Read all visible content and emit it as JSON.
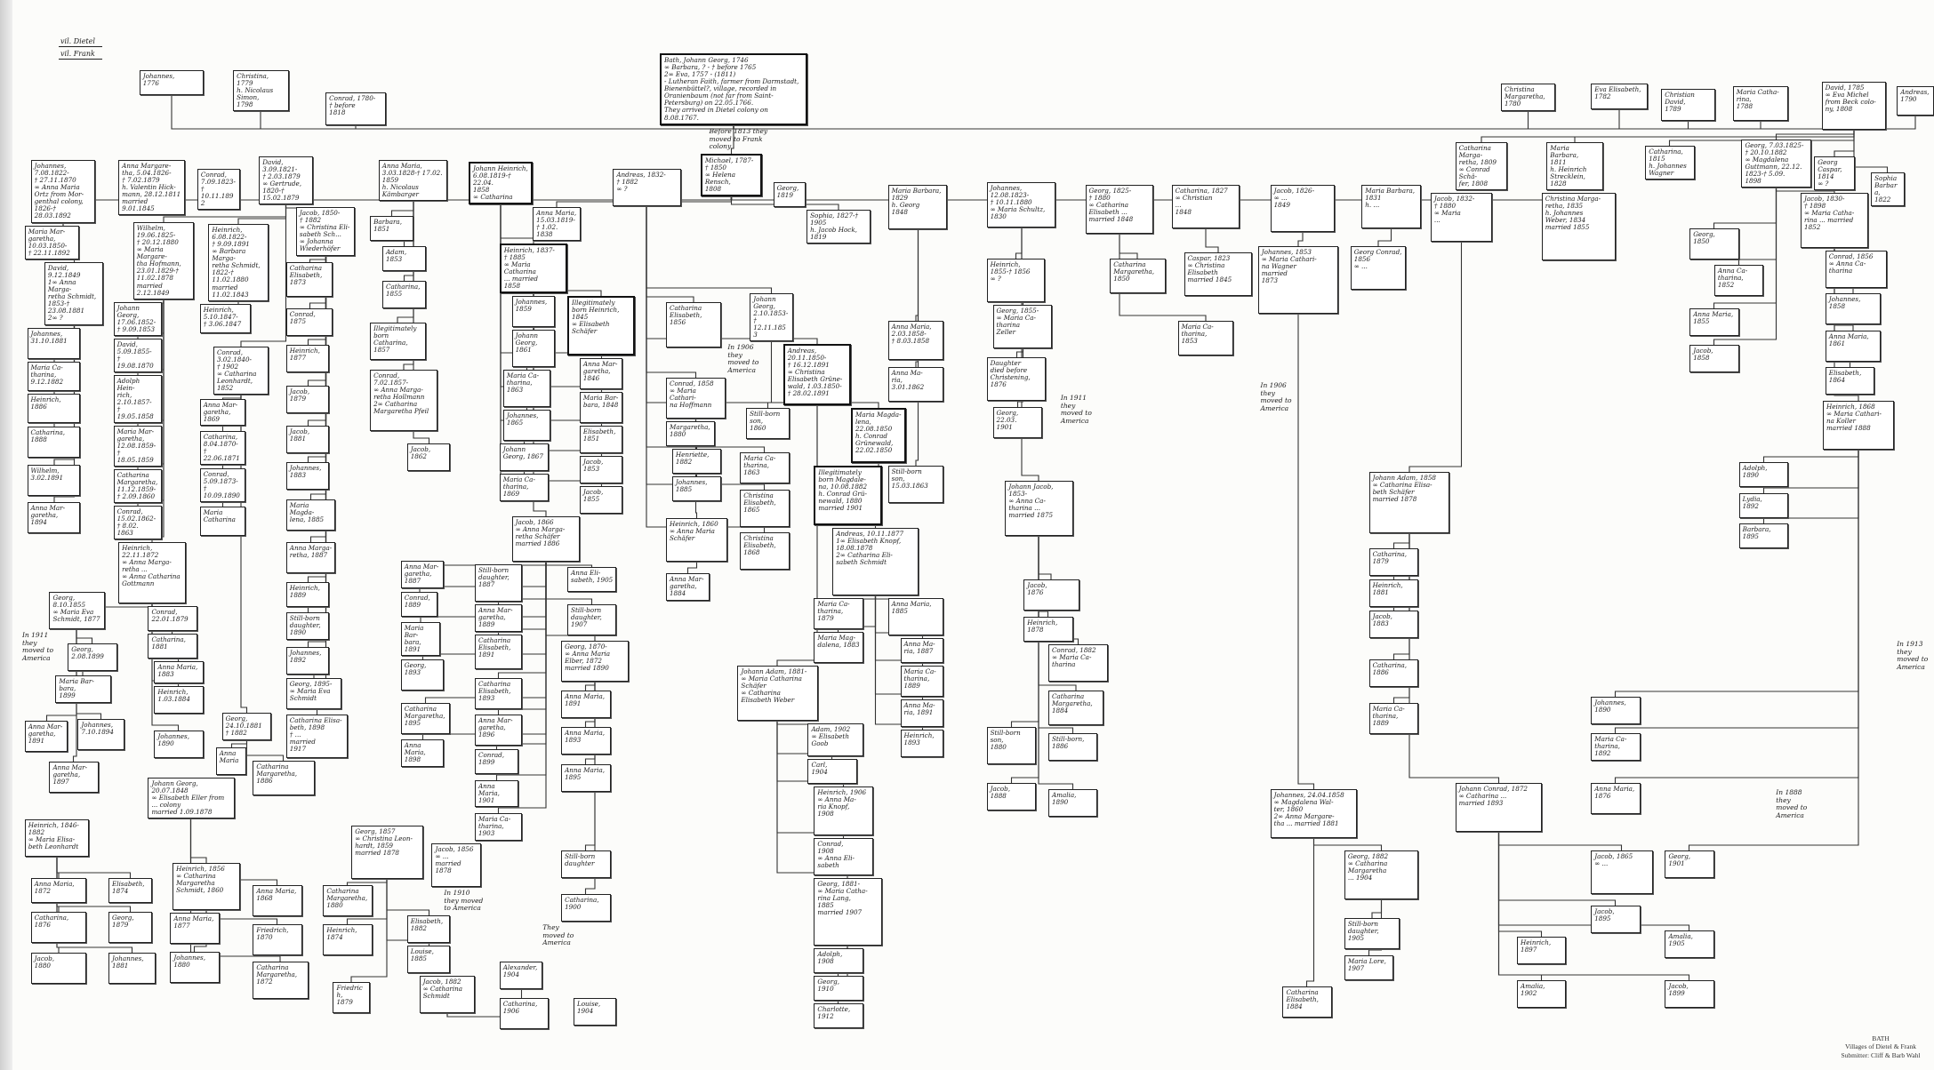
{
  "header": {
    "village_1": "vil. Dietel",
    "village_2": "vil. Frank"
  },
  "caption": {
    "surname": "BATH",
    "villages": "Villages of Dietel & Frank",
    "submitter": "Submitter: Cliff & Barb Wahl"
  },
  "notes": [
    "Before 1813 they\nmoved to Frank\ncolony",
    "In 1911\nthey\nmoved to\nAmerica",
    "In 1910\nthey moved\nto America",
    "They\nmoved to\nAmerica",
    "In 1906\nthey\nmoved to\nAmerica",
    "In 1911\nthey\nmoved to\nAmerica",
    "In 1906\nthey\nmoved to\nAmerica",
    "In 1913\nthey\nmoved to\nAmerica",
    "In 1888\nthey\nmoved to\nAmerica"
  ],
  "boxes": [
    {
      "text": "Bath, Johann Georg, 1746\n∞ Barbara, ? - † before 1765\n2∞ Eva, 1757 - (1811)\n- Lutheran Faith, farmer from Darmstadt, Bienenbüttel?, village, recorded in Oranienbaum (not far from Saint-Petersburg) on 22.05.1766.\nThey arrived in Dietel colony on 8.08.1767."
    },
    {
      "text": "Johannes,\n1776"
    },
    {
      "text": "Christina, 1779\nh. Nicolaus\nSimon,\n1798"
    },
    {
      "text": "Conrad, 1780-\n† before\n1818"
    },
    {
      "text": "Michael, 1787-\n† 1850\n∞ Helena\nRensch,\n1808"
    },
    {
      "text": "Christina\nMargaretha,\n1780"
    },
    {
      "text": "Eva Elisabeth,\n1782"
    },
    {
      "text": "Christian\nDavid,\n1789"
    },
    {
      "text": "Maria Catha-\nrina,\n1788"
    },
    {
      "text": "David, 1785\n∞ Eva Michel\nfrom Beck colo-\nny, 1808"
    },
    {
      "text": "Andreas,\n1790"
    },
    {
      "text": "Johannes, 7.08.1822-\n† 27.11.1870\n∞ Anna Maria\nOrtz from Mor-\ngenthal colony,\n1826-† 28.03.1892"
    },
    {
      "text": "Anna Margare-\ntha, 5.04.1826-\n† 7.02.1879\nh. Valentin Hick-\nmann, 28.12.1811\nmarried 9.01.1845"
    },
    {
      "text": "Conrad,\n7.09.1823-\n† 10.11.1892"
    },
    {
      "text": "David, 3.09.1821-\n† 2.03.1879\n∞ Gertrude,\n1820-† 15.02.1879"
    },
    {
      "text": "Anna Maria,\n3.03.1828-† 17.02.\n1859\nh. Nicolaus\nKämbarger"
    },
    {
      "text": "Johann Heinrich,\n6.08.1819-† 22.04.\n1858\n∞ Catharina"
    },
    {
      "text": "Anna Maria,\n15.03.1819-† 1.02.\n1838"
    },
    {
      "text": "Andreas, 1832-\n† 1882\n∞ ?"
    },
    {
      "text": "Georg,\n1819"
    },
    {
      "text": "Sophia, 1827-† 1905\nh. Jacob Hock,\n1819"
    },
    {
      "text": "Maria Barbara,\n1829\nh. Georg\n1848"
    },
    {
      "text": "Johannes, 12.08.1823-\n† 10.11.1880\n∞ Maria Schultz,\n1830"
    },
    {
      "text": "Catharina Marga-\nretha, 1809\n∞ Conrad Schä-\nfer, 1808"
    },
    {
      "text": "Maria Barbara,\n1811\nh. Heinrich\nStrecklein,\n1828"
    },
    {
      "text": "Catharina, 1815\nh. Johannes\nWagner"
    },
    {
      "text": "Georg, 7.03.1825-\n† 20.10.1882\n∞ Magdalena\nGuttmann, 22.12.\n1823-† 5.09.\n1898"
    },
    {
      "text": "Georg Caspar,\n1814\n∞ ?"
    },
    {
      "text": "Sophia\nBarbara,\n1822"
    },
    {
      "text": "Maria Mar-\ngaretha,\n10.03.1850-\n† 22.11.1892"
    },
    {
      "text": "David, 9.12.1849\n1∞ Anna Marga-\nretha Schmidt,\n1853-† 23.08.1881\n2∞ ?"
    },
    {
      "text": "Johannes,\n31.10.1881"
    },
    {
      "text": "Maria Ca-\ntharina,\n9.12.1882"
    },
    {
      "text": "Heinrich,\n1886"
    },
    {
      "text": "Catharina,\n1888"
    },
    {
      "text": "Wilhelm,\n3.02.1891"
    },
    {
      "text": "Anna Mar-\ngaretha,\n1894"
    },
    {
      "text": "Wilhelm, 19.06.1825-\n† 20.12.1880\n∞ Maria Margare-\ntha Hofmann,\n23.01.1829-† 11.02.1878\nmarried 2.12.1849"
    },
    {
      "text": "Johann\nGeorg,\n17.06.1852-\n† 9.09.1853"
    },
    {
      "text": "David,\n5.09.1855-\n† 19.08.1870"
    },
    {
      "text": "Adolph Hein-\nrich, 2.10.1857-\n† 19.05.1858"
    },
    {
      "text": "Maria Mar-\ngaretha,\n12.08.1859-\n† 18.05.1859"
    },
    {
      "text": "Catharina\nMargaretha,\n11.12.1859-\n† 2.09.1860"
    },
    {
      "text": "Conrad,\n15.02.1862-\n† 8.02.\n1863"
    },
    {
      "text": "Heinrich, 6.08.1822-\n† 9.09.1891\n∞ Barbara Marga-\nretha Schmidt,\n1822-† 11.02.1880\nmarried 11.02.1843"
    },
    {
      "text": "Heinrich,\n5.10.1847-\n† 3.06.1847"
    },
    {
      "text": "Conrad, 3.02.1840-\n† 1902\n∞ Catharina\nLeonhardt,\n1852"
    },
    {
      "text": "Anna Mar-\ngaretha,\n1869"
    },
    {
      "text": "Catharina,\n8.04.1870-\n† 22.06.1871"
    },
    {
      "text": "Conrad,\n5.09.1873-\n† 10.09.1890"
    },
    {
      "text": "Maria\nCatharina"
    },
    {
      "text": "Jacob, 1850-\n† 1882\n∞ Christina Eli-\nsabeth Sch...\n∞ Johanna\nWiederhöfer"
    },
    {
      "text": "Catharina\nElisabeth,\n1873"
    },
    {
      "text": "Conrad,\n1875"
    },
    {
      "text": "Heinrich,\n1877"
    },
    {
      "text": "Jacob,\n1879"
    },
    {
      "text": "Jacob,\n1881"
    },
    {
      "text": "Johannes,\n1883"
    },
    {
      "text": "Maria Magda-\nlena, 1885"
    },
    {
      "text": "Anna Marga-\nretha, 1887"
    },
    {
      "text": "Heinrich,\n1889"
    },
    {
      "text": "Still-born\ndaughter,\n1890"
    },
    {
      "text": "Johannes,\n1892"
    },
    {
      "text": "Georg, 1895-\n∞ Maria Eva\nSchmidt"
    },
    {
      "text": "Catharina Elisa-\nbeth, 1898\n† ...\nmarried\n1917"
    },
    {
      "text": "Heinrich, 22.11.1872\n∞ Anna Marga-\nretha ...\n∞ Anna Catharina\nGottmann"
    },
    {
      "text": "Georg, 8.10.1855\n∞ Maria Eva\nSchmidt, 1877"
    },
    {
      "text": "Georg,\n2.08.1899"
    },
    {
      "text": "Maria Bar-\nbara,\n1899"
    },
    {
      "text": "Anna Mar-\ngaretha,\n1891"
    },
    {
      "text": "Johannes,\n7.10.1894"
    },
    {
      "text": "Anna Mar-\ngaretha,\n1897"
    },
    {
      "text": "Conrad,\n22.01.1879"
    },
    {
      "text": "Catharina,\n1881"
    },
    {
      "text": "Anna Maria,\n1883"
    },
    {
      "text": "Heinrich,\n1.03.1884"
    },
    {
      "text": "Johannes,\n1890"
    },
    {
      "text": "Georg, 24.10.1881\n† 1882"
    },
    {
      "text": "Anna\nMaria"
    },
    {
      "text": "Catharina\nMargaretha,\n1886"
    },
    {
      "text": "Heinrich, 1846-1882\n∞ Maria Elisa-\nbeth Leonhardt"
    },
    {
      "text": "Anna Maria,\n1872"
    },
    {
      "text": "Elisabeth,\n1874"
    },
    {
      "text": "Catharina,\n1876"
    },
    {
      "text": "Georg,\n1879"
    },
    {
      "text": "Jacob,\n1880"
    },
    {
      "text": "Johannes,\n1881"
    },
    {
      "text": "Johann Georg, 20.07.1848\n∞ Elisabeth Eller from\n... colony\nmarried 1.09.1878"
    },
    {
      "text": "Heinrich, 1856\n∞ Catharina\nMargaretha\nSchmidt, 1860"
    },
    {
      "text": "Anna Maria,\n1877"
    },
    {
      "text": "Johannes,\n1880"
    },
    {
      "text": "Anna Maria,\n1868"
    },
    {
      "text": "Friedrich,\n1870"
    },
    {
      "text": "Catharina\nMargaretha,\n1872"
    },
    {
      "text": "Georg, 1857\n∞ Christina Leon-\nhardt, 1859\nmarried 1878"
    },
    {
      "text": "Catharina\nMargaretha,\n1880"
    },
    {
      "text": "Heinrich,\n1874"
    },
    {
      "text": "Friedrich,\n1879"
    },
    {
      "text": "Elisabeth,\n1882"
    },
    {
      "text": "Louise,\n1885"
    },
    {
      "text": "Jacob, 1856\n∞ ...\nmarried\n1878"
    },
    {
      "text": "Jacob, 1882\n∞ Catharina\nSchmidt"
    },
    {
      "text": "Alexander,\n1904"
    },
    {
      "text": "Catharina,\n1906"
    },
    {
      "text": "Louise,\n1904"
    },
    {
      "text": "Barbara,\n1851"
    },
    {
      "text": "Adam,\n1853"
    },
    {
      "text": "Catharina,\n1855"
    },
    {
      "text": "Illegitimately\nborn Catharina,\n1857"
    },
    {
      "text": "Conrad, 7.02.1857-\n∞ Anna Marga-\nretha Hollmann\n2∞ Catharina\nMargaretha Pfeil"
    },
    {
      "text": "Jacob,\n1862"
    },
    {
      "text": "Heinrich, 1837-\n† 1885\n∞ Maria Catharina\n... married\n1858"
    },
    {
      "text": "Johannes,\n1859"
    },
    {
      "text": "Johann\nGeorg,\n1861"
    },
    {
      "text": "Maria Ca-\ntharina,\n1863"
    },
    {
      "text": "Johannes,\n1865"
    },
    {
      "text": "Johann\nGeorg, 1867"
    },
    {
      "text": "Maria Ca-\ntharina, 1869"
    },
    {
      "text": "Jacob, 1866\n∞ Anna Marga-\nretha Schäfer\nmarried 1886"
    },
    {
      "text": "Anna Mar-\ngaretha,\n1887"
    },
    {
      "text": "Conrad,\n1889"
    },
    {
      "text": "Maria Bar-\nbara, 1891"
    },
    {
      "text": "Georg,\n1893"
    },
    {
      "text": "Catharina\nMargaretha,\n1895"
    },
    {
      "text": "Anna Maria,\n1898"
    },
    {
      "text": "Still-born\ndaughter,\n1887"
    },
    {
      "text": "Anna Mar-\ngaretha, 1889"
    },
    {
      "text": "Catharina\nElisabeth,\n1891"
    },
    {
      "text": "Catharina\nElisabeth,\n1893"
    },
    {
      "text": "Anna Mar-\ngaretha, 1896"
    },
    {
      "text": "Conrad,\n1899"
    },
    {
      "text": "Anna Maria,\n1901"
    },
    {
      "text": "Maria Ca-\ntharina, 1903"
    },
    {
      "text": "Illegitimately\nborn Heinrich,\n1845\n∞ Elisabeth\nSchäfer"
    },
    {
      "text": "Anna Mar-\ngaretha,\n1846"
    },
    {
      "text": "Maria Bar-\nbara, 1848"
    },
    {
      "text": "Elisabeth,\n1851"
    },
    {
      "text": "Jacob,\n1853"
    },
    {
      "text": "Jacob,\n1855"
    },
    {
      "text": "Anna Eli-\nsabeth, 1905"
    },
    {
      "text": "Still-born\ndaughter,\n1907"
    },
    {
      "text": "Georg, 1870-\n∞ Anna Maria\nElber, 1872\nmarried 1890"
    },
    {
      "text": "Anna Maria,\n1891"
    },
    {
      "text": "Anna Maria,\n1893"
    },
    {
      "text": "Anna Maria,\n1895"
    },
    {
      "text": "Still-born\ndaughter"
    },
    {
      "text": "Catharina,\n1900"
    },
    {
      "text": "Catharina\nElisabeth,\n1856"
    },
    {
      "text": "Conrad, 1858\n∞ Maria Cathari-\nna Hoffmann"
    },
    {
      "text": "Margaretha,\n1880"
    },
    {
      "text": "Henriette,\n1882"
    },
    {
      "text": "Johannes,\n1885"
    },
    {
      "text": "Heinrich, 1860\n∞ Anna Maria\nSchäfer"
    },
    {
      "text": "Anna Mar-\ngaretha, 1884"
    },
    {
      "text": "Johann Georg,\n2.10.1853-\n† 12.11.1853"
    },
    {
      "text": "Still-born\nson,\n1860"
    },
    {
      "text": "Maria Ca-\ntharina,\n1863"
    },
    {
      "text": "Christina\nElisabeth,\n1865"
    },
    {
      "text": "Christina\nElisabeth,\n1868"
    },
    {
      "text": "Andreas, 20.11.1850-\n† 16.12.1891\n∞ Christina\nElisabeth Grüne-\nwald, 1.03.1850-\n† 28.02.1891"
    },
    {
      "text": "Maria Magda-\nlena, 22.08.1850\nh. Conrad\nGrünewald,\n22.02.1850"
    },
    {
      "text": "Illegitimately\nborn Magdale-\nna, 10.08.1882\nh. Conrad Grü-\nnewald, 1880\nmarried 1901"
    },
    {
      "text": "Andreas, 10.11.1877\n1∞ Elisabeth Knopf,\n18.08.1878\n2∞ Catharina Eli-\nsabeth Schmidt"
    },
    {
      "text": "Johann Adam, 1881-\n∞ Maria Catharina\nSchäfer\n∞ Catharina\nElisabeth Weber"
    },
    {
      "text": "Adam, 1902\n∞ Elisabeth\nGoob"
    },
    {
      "text": "Carl,\n1904"
    },
    {
      "text": "Heinrich, 1906\n∞ Anna Ma-\nria Knopf,\n1908"
    },
    {
      "text": "Conrad,\n1908\n∞ Anna Eli-\nsabeth"
    },
    {
      "text": "Georg, 1881-\n∞ Maria Catha-\nrina Lang,\n1885\nmarried 1907"
    },
    {
      "text": "Adolph,\n1908"
    },
    {
      "text": "Georg,\n1910"
    },
    {
      "text": "Charlotte,\n1912"
    },
    {
      "text": "Maria Ca-\ntharina,\n1879"
    },
    {
      "text": "Maria Mag-\ndalena, 1883"
    },
    {
      "text": "Anna Maria,\n1885"
    },
    {
      "text": "Anna Ma-\nria, 1887"
    },
    {
      "text": "Maria Ca-\ntharina,\n1889"
    },
    {
      "text": "Anna Ma-\nria, 1891"
    },
    {
      "text": "Heinrich,\n1893"
    },
    {
      "text": "Anna Maria,\n2.03.1858-\n† 8.03.1858"
    },
    {
      "text": "Anna Ma-\nria,\n3.01.1862"
    },
    {
      "text": "Still-born\nson,\n15.03.1863"
    },
    {
      "text": "Heinrich,\n1855-† 1856\n∞ ?"
    },
    {
      "text": "Georg, 1855-\n∞ Maria Ca-\ntharina\nZeller"
    },
    {
      "text": "Daughter\ndied before\nChristening,\n1876"
    },
    {
      "text": "Georg,\n22.03.\n1901"
    },
    {
      "text": "Johann Jacob,\n1853-\n∞ Anna Ca-\ntharina ...\nmarried 1875"
    },
    {
      "text": "Jacob,\n1876"
    },
    {
      "text": "Heinrich,\n1878"
    },
    {
      "text": "Still-born\nson,\n1880"
    },
    {
      "text": "Conrad, 1882\n∞ Maria Ca-\ntharina"
    },
    {
      "text": "Catharina\nMargaretha,\n1884"
    },
    {
      "text": "Still-born,\n1886"
    },
    {
      "text": "Jacob,\n1888"
    },
    {
      "text": "Amalia,\n1890"
    },
    {
      "text": "Georg, 1825-\n† 1880\n∞ Catharina\nElisabeth ...\nmarried 1848"
    },
    {
      "text": "Catharina, 1827\n∞ Christian\n...\n1848"
    },
    {
      "text": "Caspar, 1823\n∞ Christina\nElisabeth\nmarried 1845"
    },
    {
      "text": "Catharina\nMargaretha,\n1850"
    },
    {
      "text": "Maria Ca-\ntharina,\n1853"
    },
    {
      "text": "Jacob, 1826-\n∞ ...\n1849"
    },
    {
      "text": "Johannes, 1853\n∞ Maria Cathari-\nna Wagner\nmarried\n1873"
    },
    {
      "text": "Maria Barbara,\n1831\nh. ..."
    },
    {
      "text": "Georg Conrad,\n1856\n∞ ..."
    },
    {
      "text": "Jacob, 1832-\n† 1880\n∞ Maria\n..."
    },
    {
      "text": "Christina Marga-\nretha, 1835\nh. Johannes\nWeber, 1834\nmarried 1855"
    },
    {
      "text": "Jacob, 1830-\n† 1898\n∞ Maria Catha-\nrina ... married\n1852"
    },
    {
      "text": "Conrad, 1856\n∞ Anna Ca-\ntharina"
    },
    {
      "text": "Johannes,\n1858"
    },
    {
      "text": "Anna Maria,\n1861"
    },
    {
      "text": "Elisabeth,\n1864"
    },
    {
      "text": "Heinrich, 1868\n∞ Maria Cathari-\nna Koller\nmarried 1888"
    },
    {
      "text": "Georg,\n1850"
    },
    {
      "text": "Anna Ca-\ntharina,\n1852"
    },
    {
      "text": "Anna Maria,\n1855"
    },
    {
      "text": "Jacob,\n1858"
    },
    {
      "text": "Adolph,\n1890"
    },
    {
      "text": "Lydia,\n1892"
    },
    {
      "text": "Barbara,\n1895"
    },
    {
      "text": "Johann Adam, 1858\n∞ Catharina Elisa-\nbeth Schäfer\nmarried 1878"
    },
    {
      "text": "Catharina,\n1879"
    },
    {
      "text": "Heinrich,\n1881"
    },
    {
      "text": "Jacob,\n1883"
    },
    {
      "text": "Catharina,\n1886"
    },
    {
      "text": "Maria Ca-\ntharina,\n1889"
    },
    {
      "text": "Johannes, 24.04.1858\n∞ Magdalena Wal-\nter, 1860\n2∞ Anna Margare-\ntha ... married 1881"
    },
    {
      "text": "Georg, 1882\n∞ Catharina\nMargaretha\n... 1904"
    },
    {
      "text": "Still-born\ndaughter,\n1905"
    },
    {
      "text": "Maria Lore,\n1907"
    },
    {
      "text": "Catharina\nElisabeth,\n1884"
    },
    {
      "text": "Johann Conrad, 1872\n∞ Catharina ...\nmarried 1893"
    },
    {
      "text": "Jacob, 1865\n∞ ..."
    },
    {
      "text": "Amalia,\n1902"
    },
    {
      "text": "Heinrich,\n1897"
    },
    {
      "text": "Jacob,\n1895"
    },
    {
      "text": "Jacob,\n1899"
    },
    {
      "text": "Amalia,\n1905"
    },
    {
      "text": "Anna Maria,\n1876"
    },
    {
      "text": "Georg,\n1901"
    },
    {
      "text": "Johannes,\n1890"
    },
    {
      "text": "Maria Ca-\ntharina, 1892"
    }
  ]
}
